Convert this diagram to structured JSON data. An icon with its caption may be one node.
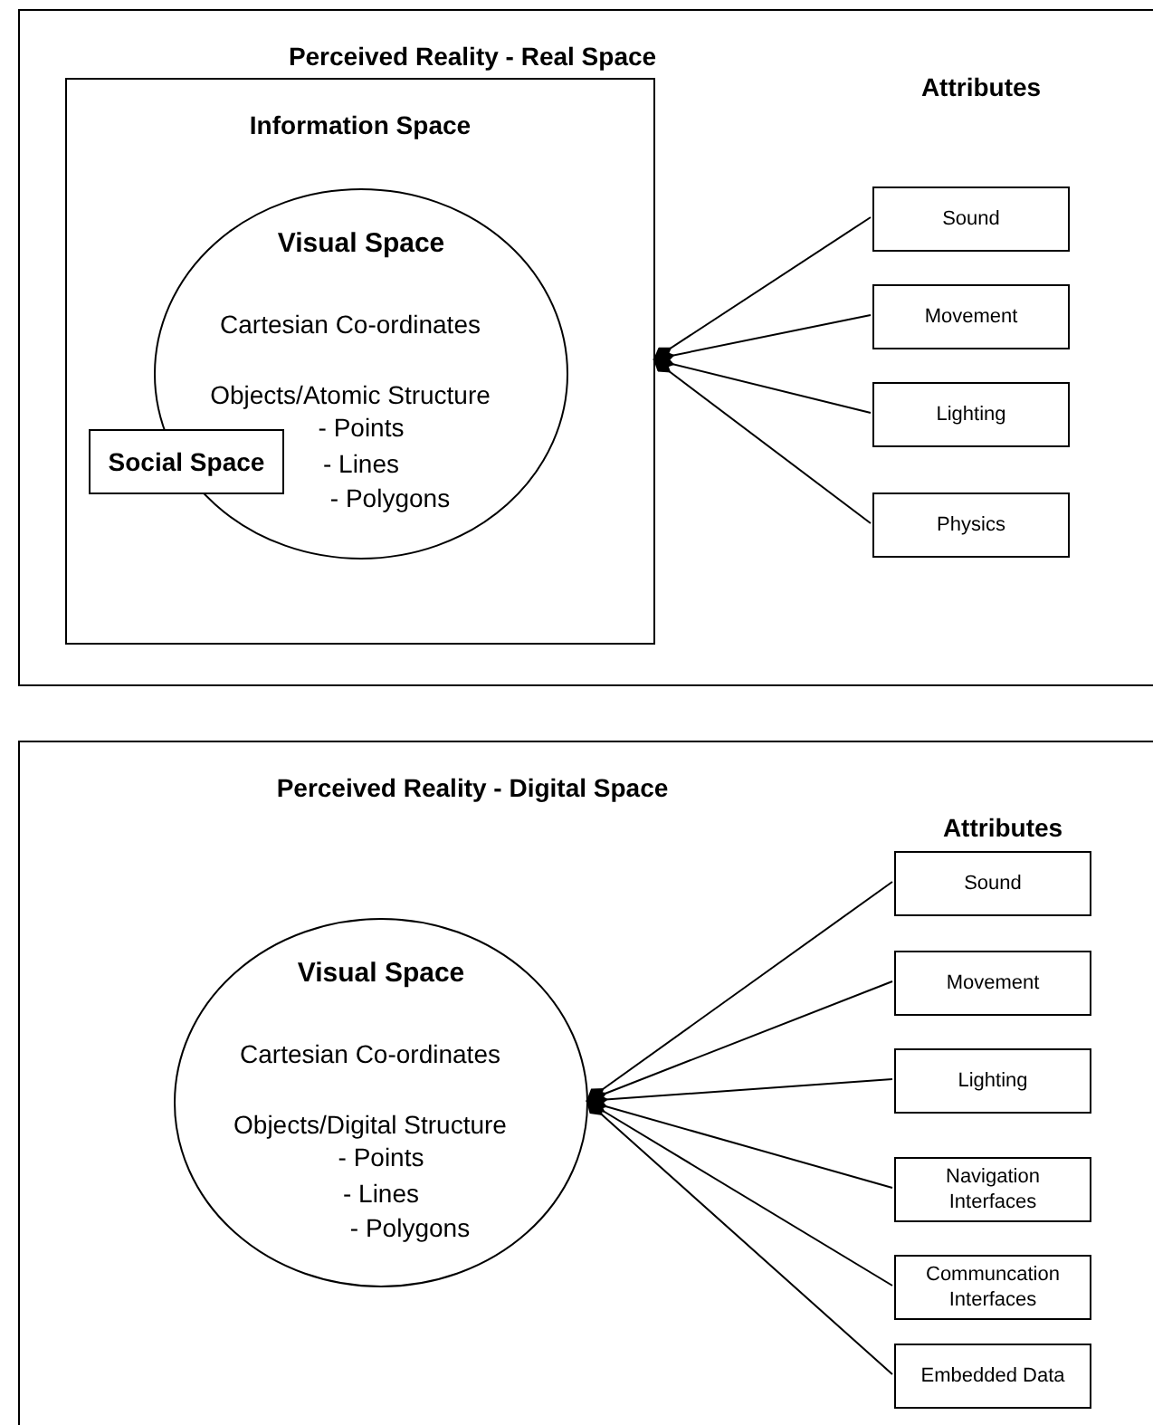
{
  "diagram": {
    "nodes": [
      {
        "text": [
          "Perceived Reality - Real Space"
        ]
      },
      {
        "text": [
          "Information Space"
        ],
        "in": 0
      },
      {
        "text": [
          "Visual Space",
          "Cartesian Co-ordinates",
          "Objects/Atomic Structure",
          "- Points",
          "- Lines",
          "- Polygons"
        ],
        "in": 1
      },
      {
        "text": [
          "Social Space"
        ],
        "in": 1
      },
      {
        "text": [
          "Sound"
        ],
        "in": 0
      },
      {
        "text": [
          "Movement"
        ],
        "in": 0
      },
      {
        "text": [
          "Lighting"
        ],
        "in": 0
      },
      {
        "text": [
          "Physics"
        ],
        "in": 0
      },
      {
        "text": [
          "Perceived Reality - Digital Space"
        ]
      },
      {
        "text": [
          "Visual Space",
          "Cartesian Co-ordinates",
          "Objects/Digital Structure",
          "- Points",
          "- Lines",
          "- Polygons"
        ],
        "in": 8
      },
      {
        "text": [
          "Sound"
        ],
        "in": 8
      },
      {
        "text": [
          "Movement"
        ],
        "in": 8
      },
      {
        "text": [
          "Lighting"
        ],
        "in": 8
      },
      {
        "text": [
          "Navigation Interfaces"
        ],
        "in": 8
      },
      {
        "text": [
          "Communcation Interfaces"
        ],
        "in": 8
      },
      {
        "text": [
          "Embedded Data"
        ],
        "in": 8
      }
    ],
    "edges": [
      {
        "from": 4,
        "to": 1,
        "arrow": "other"
      },
      {
        "from": 5,
        "to": 1,
        "arrow": "other"
      },
      {
        "from": 6,
        "to": 1,
        "arrow": "other"
      },
      {
        "from": 7,
        "to": 1,
        "arrow": "other"
      },
      {
        "from": 10,
        "to": 9,
        "arrow": "other"
      },
      {
        "from": 11,
        "to": 9,
        "arrow": "other"
      },
      {
        "from": 12,
        "to": 9,
        "arrow": "other"
      },
      {
        "from": 13,
        "to": 9,
        "arrow": "other"
      },
      {
        "from": 14,
        "to": 9,
        "arrow": "other"
      },
      {
        "from": 15,
        "to": 9,
        "arrow": "other"
      }
    ],
    "labels": [
      "Attributes",
      "Attributes"
    ]
  }
}
